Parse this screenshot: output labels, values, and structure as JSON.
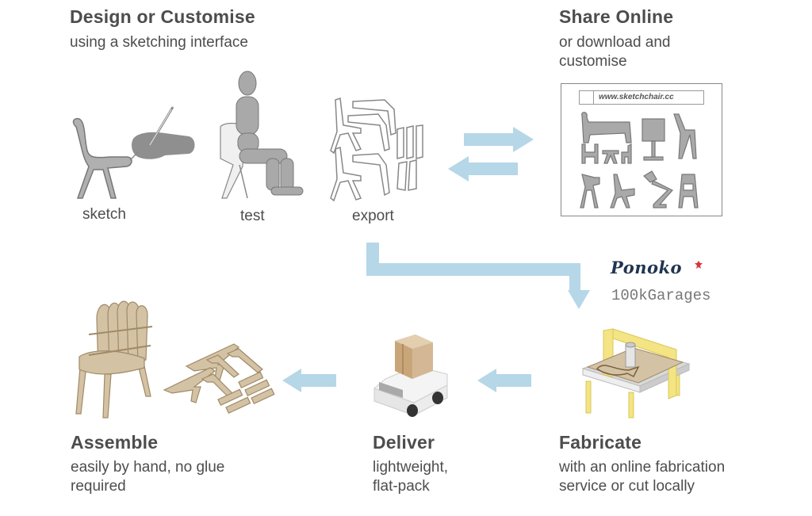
{
  "steps": {
    "design": {
      "title": "Design or Customise",
      "subtitle": [
        "using a sketching interface"
      ]
    },
    "share": {
      "title": "Share Online",
      "subtitle": [
        "or download and",
        "customise"
      ]
    },
    "fabricate": {
      "title": "Fabricate",
      "subtitle": [
        "with an online fabrication",
        "service or cut locally"
      ]
    },
    "deliver": {
      "title": "Deliver",
      "subtitle": [
        "lightweight,",
        "flat-pack"
      ]
    },
    "assemble": {
      "title": "Assemble",
      "subtitle": [
        "easily by hand, no glue",
        "required"
      ]
    }
  },
  "design_substeps": [
    {
      "label": "sketch",
      "icon": "sketch-chair-with-hand-icon"
    },
    {
      "label": "test",
      "icon": "mannequin-seated-chair-icon"
    },
    {
      "label": "export",
      "icon": "chair-parts-outline-icon"
    }
  ],
  "share_panel": {
    "url": "www.sketchchair.cc",
    "icon": "website-gallery-icon"
  },
  "services": {
    "ponoko": "Ponoko",
    "garages": "100kGarages"
  },
  "colors": {
    "arrow": "#b5d7e8",
    "text": "#4d4d4d",
    "wood": "#d4c2a4",
    "wood_edge": "#a08a68",
    "cnc_yellow": "#f4e483",
    "gray_fill": "#a9a9a9",
    "ponoko_blue": "#1f3550",
    "ponoko_red": "#d9353b"
  }
}
